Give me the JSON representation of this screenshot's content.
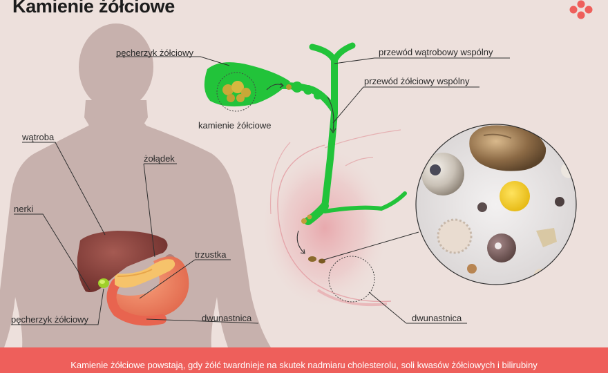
{
  "title": "Kamienie żółciowe",
  "logo_icon": "brand-cross-dots-icon",
  "labels": {
    "gallbladder_top": "pęcherzyk żółciowy",
    "gallstones": "kamienie żółciowe",
    "hepatic_duct": "przewód wątrobowy wspólny",
    "bile_duct": "przewód żółciowy wspólny",
    "liver": "wątroba",
    "stomach": "żołądek",
    "kidneys": "nerki",
    "pancreas": "trzustka",
    "gallbladder_body": "pęcherzyk żółciowy",
    "duodenum_body": "dwunastnica",
    "duodenum_right": "dwunastnica"
  },
  "footer": {
    "text": "Kamienie żółciowe powstają, gdy żółć twardnieje na skutek nadmiaru cholesterolu, soli kwasów żółciowych i bilirubiny"
  },
  "colors": {
    "background": "#ede0dc",
    "silhouette": "#c7b1ad",
    "bile_duct": "#22c33a",
    "footer": "#ee5f5b",
    "brand": "#ee5f5b"
  }
}
